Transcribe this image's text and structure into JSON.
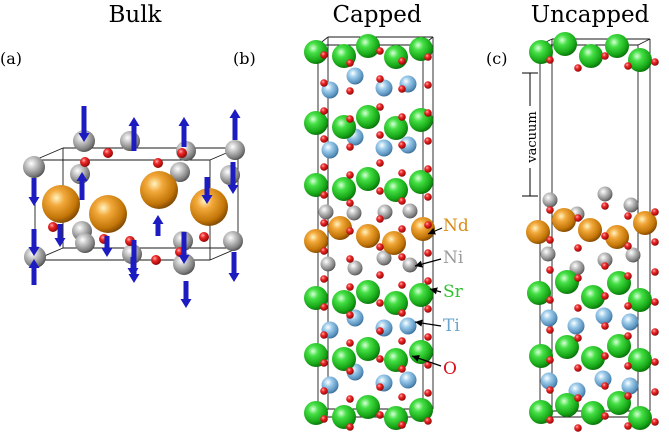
{
  "panels": [
    {
      "letter": "(a)",
      "title": "Bulk"
    },
    {
      "letter": "(b)",
      "title": "Capped"
    },
    {
      "letter": "(c)",
      "title": "Uncapped"
    }
  ],
  "species": [
    {
      "label": "Nd",
      "color": "#d98b17"
    },
    {
      "label": "Ni",
      "color": "#9b9b9b"
    },
    {
      "label": "Sr",
      "color": "#2ec22e"
    },
    {
      "label": "Ti",
      "color": "#6aa5cf"
    },
    {
      "label": "O",
      "color": "#d8131d"
    }
  ],
  "vacuum_label": "vacuum",
  "spin_color": "#1c1cc0"
}
